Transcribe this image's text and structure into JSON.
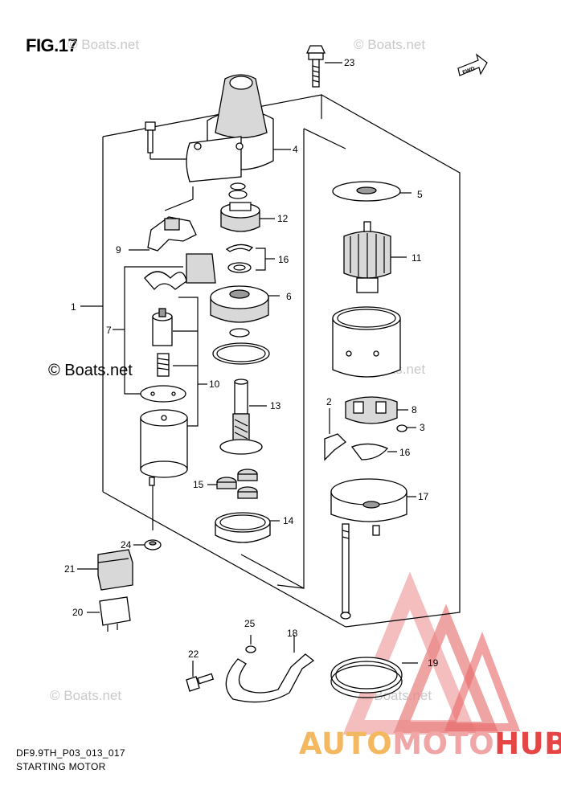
{
  "figure": {
    "title": "FIG.17",
    "code": "DF9.9TH_P03_013_017",
    "name": "STARTING MOTOR",
    "fwd_label": "FWD"
  },
  "watermarks": {
    "boats": "© Boats.net",
    "boats_main": "© Boats.net"
  },
  "brand": {
    "part1": "AUTO",
    "part2": "MOTO",
    "part3": "HUB"
  },
  "callouts": [
    "1",
    "2",
    "3",
    "4",
    "5",
    "6",
    "7",
    "8",
    "9",
    "10",
    "11",
    "12",
    "13",
    "14",
    "15",
    "16",
    "16",
    "17",
    "18",
    "19",
    "20",
    "21",
    "22",
    "23",
    "24",
    "25"
  ],
  "colors": {
    "line": "#000000",
    "watermark": "#c9c9c9",
    "brand_orange": "#f4b860",
    "brand_pink": "#f0a6a6",
    "brand_red": "#e54545"
  }
}
